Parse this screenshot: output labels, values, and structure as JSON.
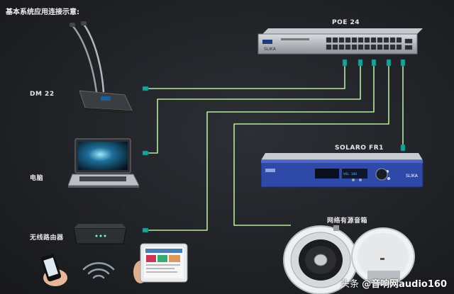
{
  "title": "基本系统应用连接示意:",
  "labels": {
    "switch": "POE 24",
    "mic": "DM 22",
    "laptop": "电脑",
    "router": "无线路由器",
    "amp": "SOLARO FR1",
    "speaker": "网络有源音箱"
  },
  "watermark": {
    "prefix": "头条",
    "account": "@音响网audio160"
  },
  "colors": {
    "background": "#1f2125",
    "cable": "#b9e7a0",
    "connector": "#1aa39a",
    "amp_face": "#2f49a8"
  }
}
